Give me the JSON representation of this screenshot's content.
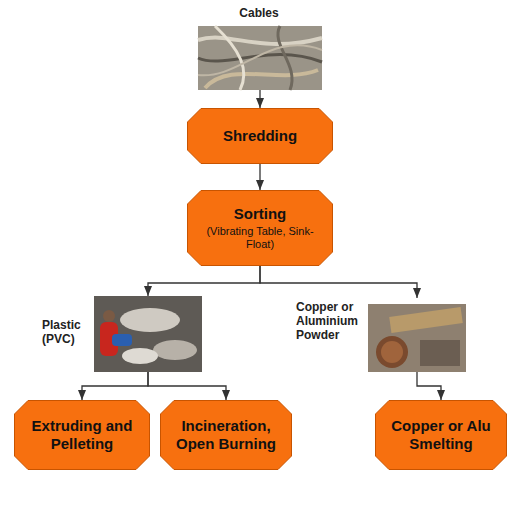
{
  "diagram": {
    "nodes": [
      {
        "text": [
          "Cables"
        ]
      },
      {
        "text": [
          "Shredding"
        ]
      },
      {
        "text": [
          "Sorting",
          "(Vibrating Table, Sink-Float)"
        ]
      },
      {
        "text": [
          "Plastic (PVC)"
        ]
      },
      {
        "text": [
          "Copper or Aluminium Powder"
        ]
      },
      {
        "text": [
          "Extruding and Pelleting"
        ]
      },
      {
        "text": [
          "Incineration, Open Burning"
        ]
      },
      {
        "text": [
          "Copper or Alu Smelting"
        ]
      }
    ],
    "edges": [
      {
        "from": 0,
        "to": 1,
        "arrow": "to"
      },
      {
        "from": 1,
        "to": 2,
        "arrow": "to"
      },
      {
        "from": 2,
        "to": 3,
        "arrow": "to"
      },
      {
        "from": 2,
        "to": 4,
        "arrow": "to"
      },
      {
        "from": 3,
        "to": 5,
        "arrow": "to"
      },
      {
        "from": 3,
        "to": 6,
        "arrow": "to"
      },
      {
        "from": 4,
        "to": 7,
        "arrow": "to"
      }
    ]
  }
}
